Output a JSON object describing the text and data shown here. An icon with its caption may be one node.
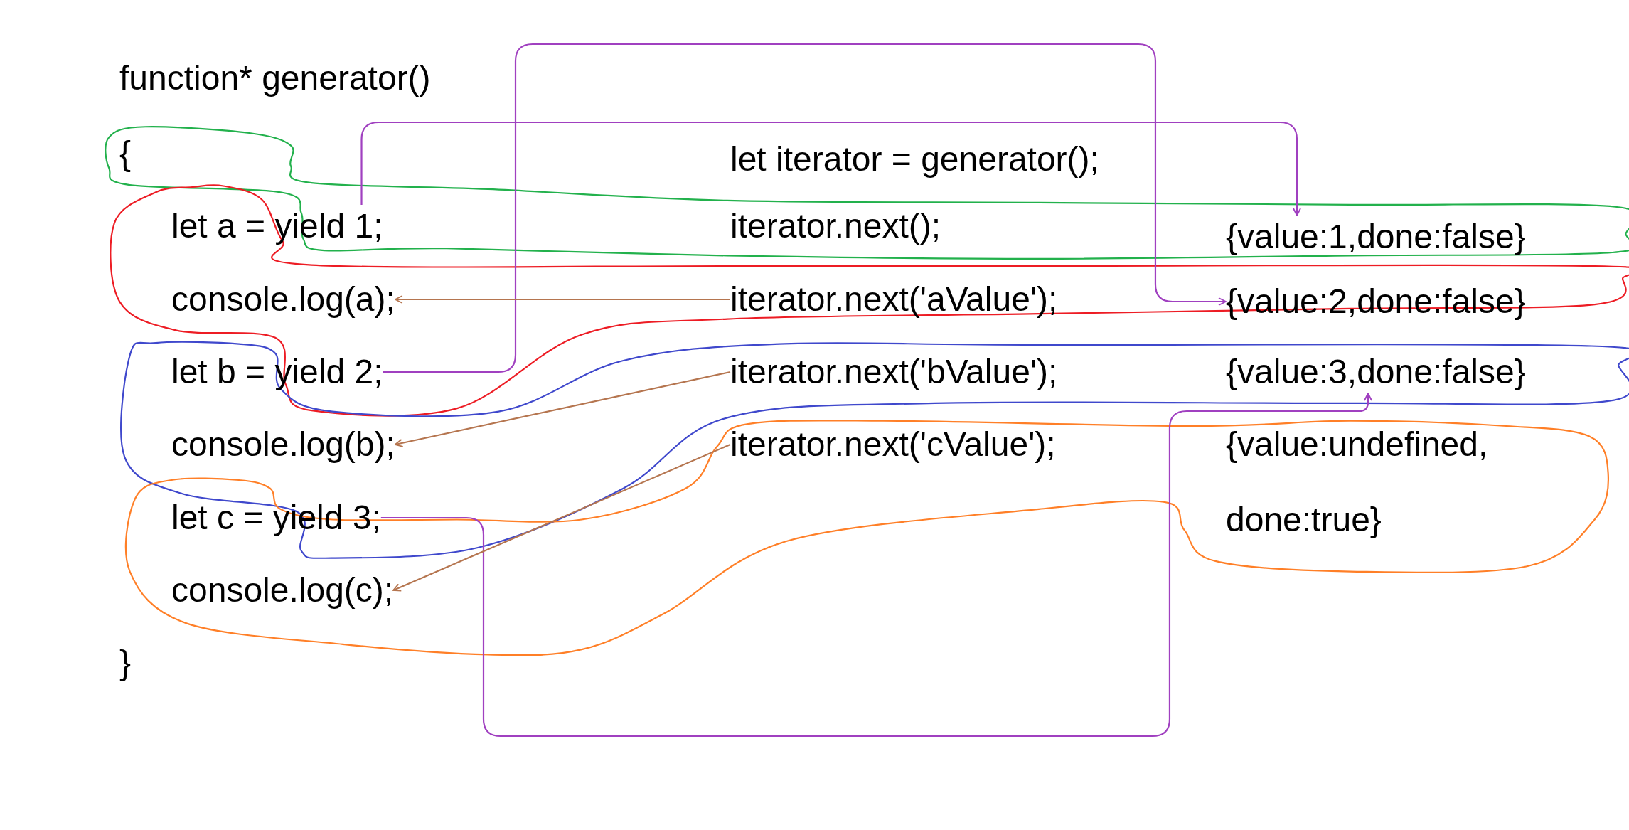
{
  "diagram": {
    "nodes": [
      {
        "text": [
          "let a = yield 1;"
        ]
      },
      {
        "text": [
          "console.log(a);"
        ]
      },
      {
        "text": [
          "let b = yield 2;"
        ]
      },
      {
        "text": [
          "console.log(b);"
        ]
      },
      {
        "text": [
          "let c = yield 3;"
        ]
      },
      {
        "text": [
          "console.log(c);"
        ]
      },
      {
        "text": [
          "iterator.next('aValue');"
        ]
      },
      {
        "text": [
          "iterator.next('bValue');"
        ]
      },
      {
        "text": [
          "iterator.next('cValue');"
        ]
      },
      {
        "text": [
          "{value:1,done:false}"
        ]
      },
      {
        "text": [
          "{value:2,done:false}"
        ]
      },
      {
        "text": [
          "{value:3,done:false}"
        ]
      }
    ],
    "edges": [
      {
        "from": 0,
        "to": 9,
        "arrow": "to",
        "color": "#a040c0"
      },
      {
        "from": 2,
        "to": 10,
        "arrow": "to",
        "color": "#a040c0"
      },
      {
        "from": 4,
        "to": 11,
        "arrow": "to",
        "color": "#a040c0"
      },
      {
        "from": 6,
        "to": 1,
        "arrow": "to",
        "color": "#b5754f"
      },
      {
        "from": 7,
        "to": 3,
        "arrow": "to",
        "color": "#b5754f"
      },
      {
        "from": 8,
        "to": 5,
        "arrow": "to",
        "color": "#b5754f"
      }
    ],
    "labels": [
      "function* generator()",
      "{",
      "let iterator = generator();",
      "iterator.next();",
      "{value:undefined, done:true}",
      "}"
    ]
  }
}
